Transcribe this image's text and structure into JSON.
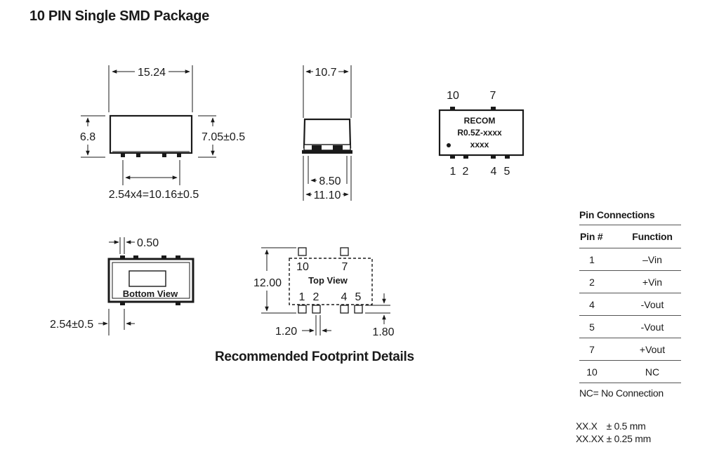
{
  "title": "10 PIN Single SMD Package",
  "side_view": {
    "width": "15.24",
    "height": "6.8",
    "height_total": "7.05±0.5",
    "pin_span": "2.54x4=10.16±0.5"
  },
  "end_view": {
    "width": "10.7",
    "inner": "8.50",
    "outer": "11.10"
  },
  "top_marking": {
    "pins_top": [
      "10",
      "7"
    ],
    "pins_bottom": [
      "1",
      "2",
      "4",
      "5"
    ],
    "line1": "RECOM",
    "line2": "R0.5Z-xxxx",
    "line3": "xxxx"
  },
  "bottom_view": {
    "label": "Bottom View",
    "pin_width": "0.50",
    "pitch": "2.54±0.5"
  },
  "footprint": {
    "label": "Top View",
    "height": "12.00",
    "pad_width": "1.20",
    "pad_height": "1.80",
    "pins_top": [
      "10",
      "7"
    ],
    "pins_bottom": [
      "1",
      "2",
      "4",
      "5"
    ],
    "title": "Recommended Footprint Details"
  },
  "pin_connections": {
    "title": "Pin Connections",
    "headers": [
      "Pin #",
      "Function"
    ],
    "rows": [
      {
        "pin": "1",
        "function": "–Vin"
      },
      {
        "pin": "2",
        "function": "+Vin"
      },
      {
        "pin": "4",
        "function": "-Vout"
      },
      {
        "pin": "5",
        "function": "-Vout"
      },
      {
        "pin": "7",
        "function": "+Vout"
      },
      {
        "pin": "10",
        "function": "NC"
      }
    ],
    "note": "NC= No Connection"
  },
  "tolerances": [
    {
      "format": "XX.X",
      "value": "± 0.5 mm"
    },
    {
      "format": "XX.XX",
      "value": "± 0.25 mm"
    }
  ]
}
